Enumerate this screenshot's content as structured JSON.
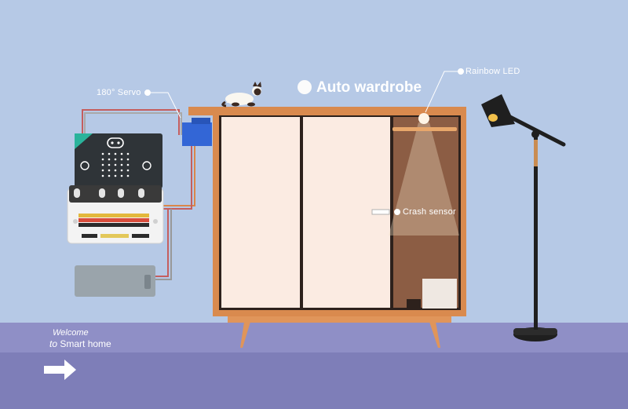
{
  "title": "Auto wardrobe",
  "labels": {
    "servo": "180° Servo",
    "led": "Rainbow LED",
    "sensor": "Crash sensor"
  },
  "welcome": {
    "line1": "Welcome",
    "line2_prefix": "to",
    "line2_text": "Smart home"
  },
  "colors": {
    "wall": "#b6c9e6",
    "floor": "#8f8fc6",
    "wardrobe_frame": "#d98a4e",
    "door": "#fbebe2",
    "servo": "#3366d6",
    "lamp": "#1f1f1f"
  },
  "icons": [
    "cat-figure",
    "floor-lamp",
    "microbit-board",
    "battery-pack",
    "servo-motor",
    "rainbow-led",
    "crash-sensor",
    "next-arrow-icon"
  ]
}
